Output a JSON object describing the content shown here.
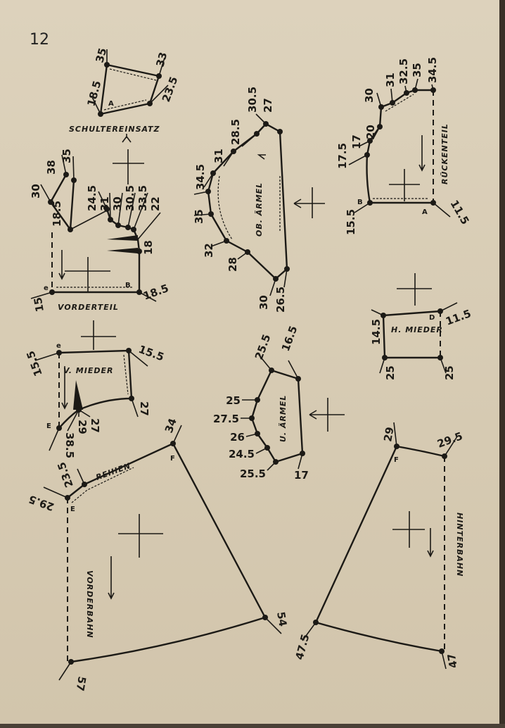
{
  "page_number": "12",
  "pieces": {
    "schultereinsatz": {
      "title": "SCHULTEREINSATZ",
      "point": "A",
      "labels": [
        "35",
        "33",
        "23.5",
        "18.5"
      ]
    },
    "vorderteil": {
      "title": "VORDERTEIL",
      "points": [
        "e",
        "B"
      ],
      "labels": [
        "30",
        "38",
        "35",
        "18.5",
        "24.5",
        "31",
        "30",
        "30.5",
        "33.5",
        "22",
        "18",
        "18.5",
        "15"
      ]
    },
    "ob_aermel": {
      "title": "OB. ÄRMEL",
      "labels": [
        "30.5",
        "27",
        "28.5",
        "31",
        "34.5",
        "35",
        "32",
        "28",
        "30",
        "26.5"
      ]
    },
    "rueckenteil": {
      "title": "RÜCKENTEIL",
      "points": [
        "B",
        "A"
      ],
      "labels": [
        "30",
        "31",
        "32.5",
        "35",
        "34.5",
        "20",
        "17",
        "17.5",
        "15.5",
        "11.5"
      ]
    },
    "h_mieder": {
      "title": "H. MIEDER",
      "point": "D",
      "labels": [
        "11.5",
        "14.5",
        "25",
        "25"
      ]
    },
    "v_mieder": {
      "title": "V. MIEDER",
      "points": [
        "e",
        "E"
      ],
      "labels": [
        "15.5",
        "15.5",
        "27",
        "27",
        "29",
        "38.5"
      ]
    },
    "u_aermel": {
      "title": "U. ÄRMEL",
      "labels": [
        "25.5",
        "16.5",
        "25",
        "27.5",
        "26",
        "24.5",
        "25.5",
        "17"
      ]
    },
    "vorderbahn": {
      "title": "VORDERBAHN",
      "seam_note": "REIHEN",
      "points": [
        "F",
        "E"
      ],
      "labels": [
        "34",
        "23.5",
        "29.5",
        "54",
        "57"
      ]
    },
    "hinterbahn": {
      "title": "HINTERBAHN",
      "point": "F",
      "labels": [
        "29",
        "29.5",
        "47.5",
        "47"
      ]
    }
  }
}
